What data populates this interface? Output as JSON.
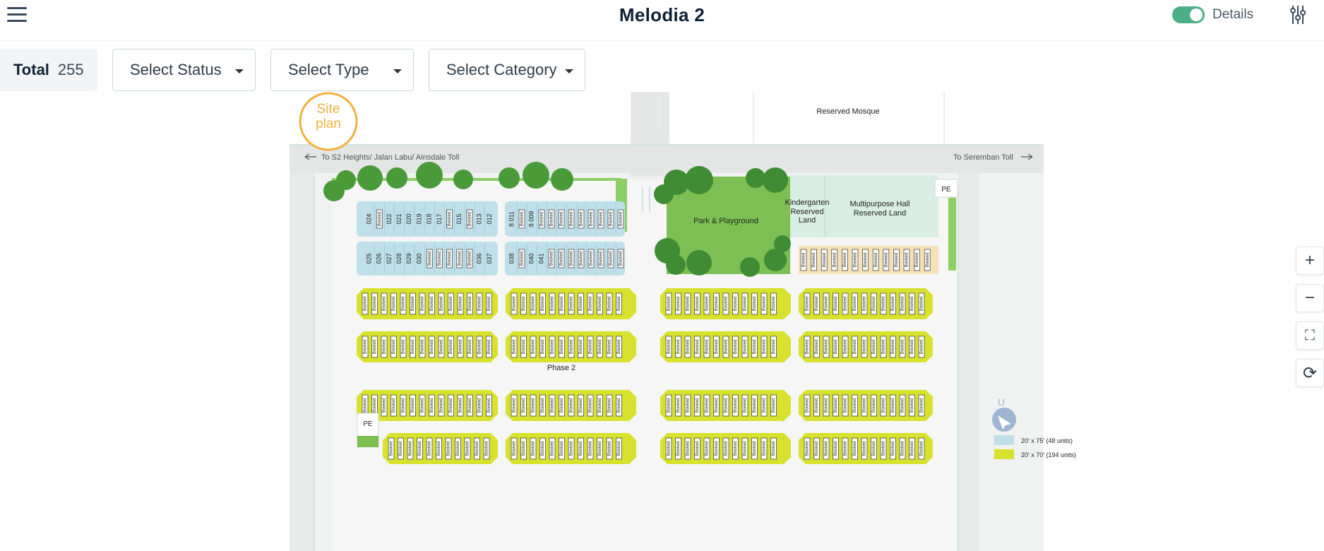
{
  "header": {
    "title": "Melodia 2",
    "details_label": "Details",
    "details_on": true
  },
  "filters": {
    "total_label": "Total",
    "total_value": "255",
    "status_placeholder": "Select Status",
    "type_placeholder": "Select Type",
    "category_placeholder": "Select Category"
  },
  "siteplan": {
    "badge_line1": "Site",
    "badge_line2": "plan",
    "mosque_label": "Reserved Mosque",
    "road_left": "To S2 Heights/ Jalan Labu/ Ainsdale Toll",
    "road_right": "To Seremban Toll",
    "park_label": "Park & Playground",
    "kindergarten_line1": "Kindergarten",
    "kindergarten_line2": "Reserved",
    "kindergarten_line3": "Land",
    "hall_line1": "Multipurpose Hall",
    "hall_line2": "Reserved Land",
    "pe_label": "PE",
    "phase_label": "Phase 2",
    "north_label": "U",
    "legend_1": "20' x 75' (48 units)",
    "legend_2": "20' x 70' (194 units)",
    "row1_units": [
      "024",
      "Booked",
      "022",
      "021",
      "020",
      "019",
      "018",
      "017",
      "Booked",
      "015",
      "Booked",
      "013",
      "012"
    ],
    "row1b_units": [
      "8 011",
      "Booked",
      "8 009",
      "Booked",
      "Booked",
      "Booked",
      "Booked",
      "Booked",
      "Booked",
      "Booked",
      "Booked",
      "Booked"
    ],
    "row2_units": [
      "025",
      "026",
      "027",
      "028",
      "029",
      "030",
      "Booked",
      "Booked",
      "Booked",
      "Booked",
      "Booked",
      "036",
      "037"
    ],
    "row2b_units": [
      "038",
      "Booked",
      "040",
      "041",
      "Booked",
      "Booked",
      "Booked",
      "Booked",
      "Booked",
      "Booked",
      "Booked",
      "Booked"
    ],
    "booked_label": "Booked",
    "colors": {
      "unit_blue": "#bfe0ea",
      "unit_yellow": "#d7e12e",
      "unit_peach": "#f7e2b8",
      "park_green": "#7dbf52",
      "reserved_green": "#d8eee2",
      "badge_orange": "#f3b13d"
    }
  },
  "map_controls": {
    "zoom_in": "+",
    "zoom_out": "−",
    "fullscreen": "⛶",
    "reset": "⟳"
  }
}
